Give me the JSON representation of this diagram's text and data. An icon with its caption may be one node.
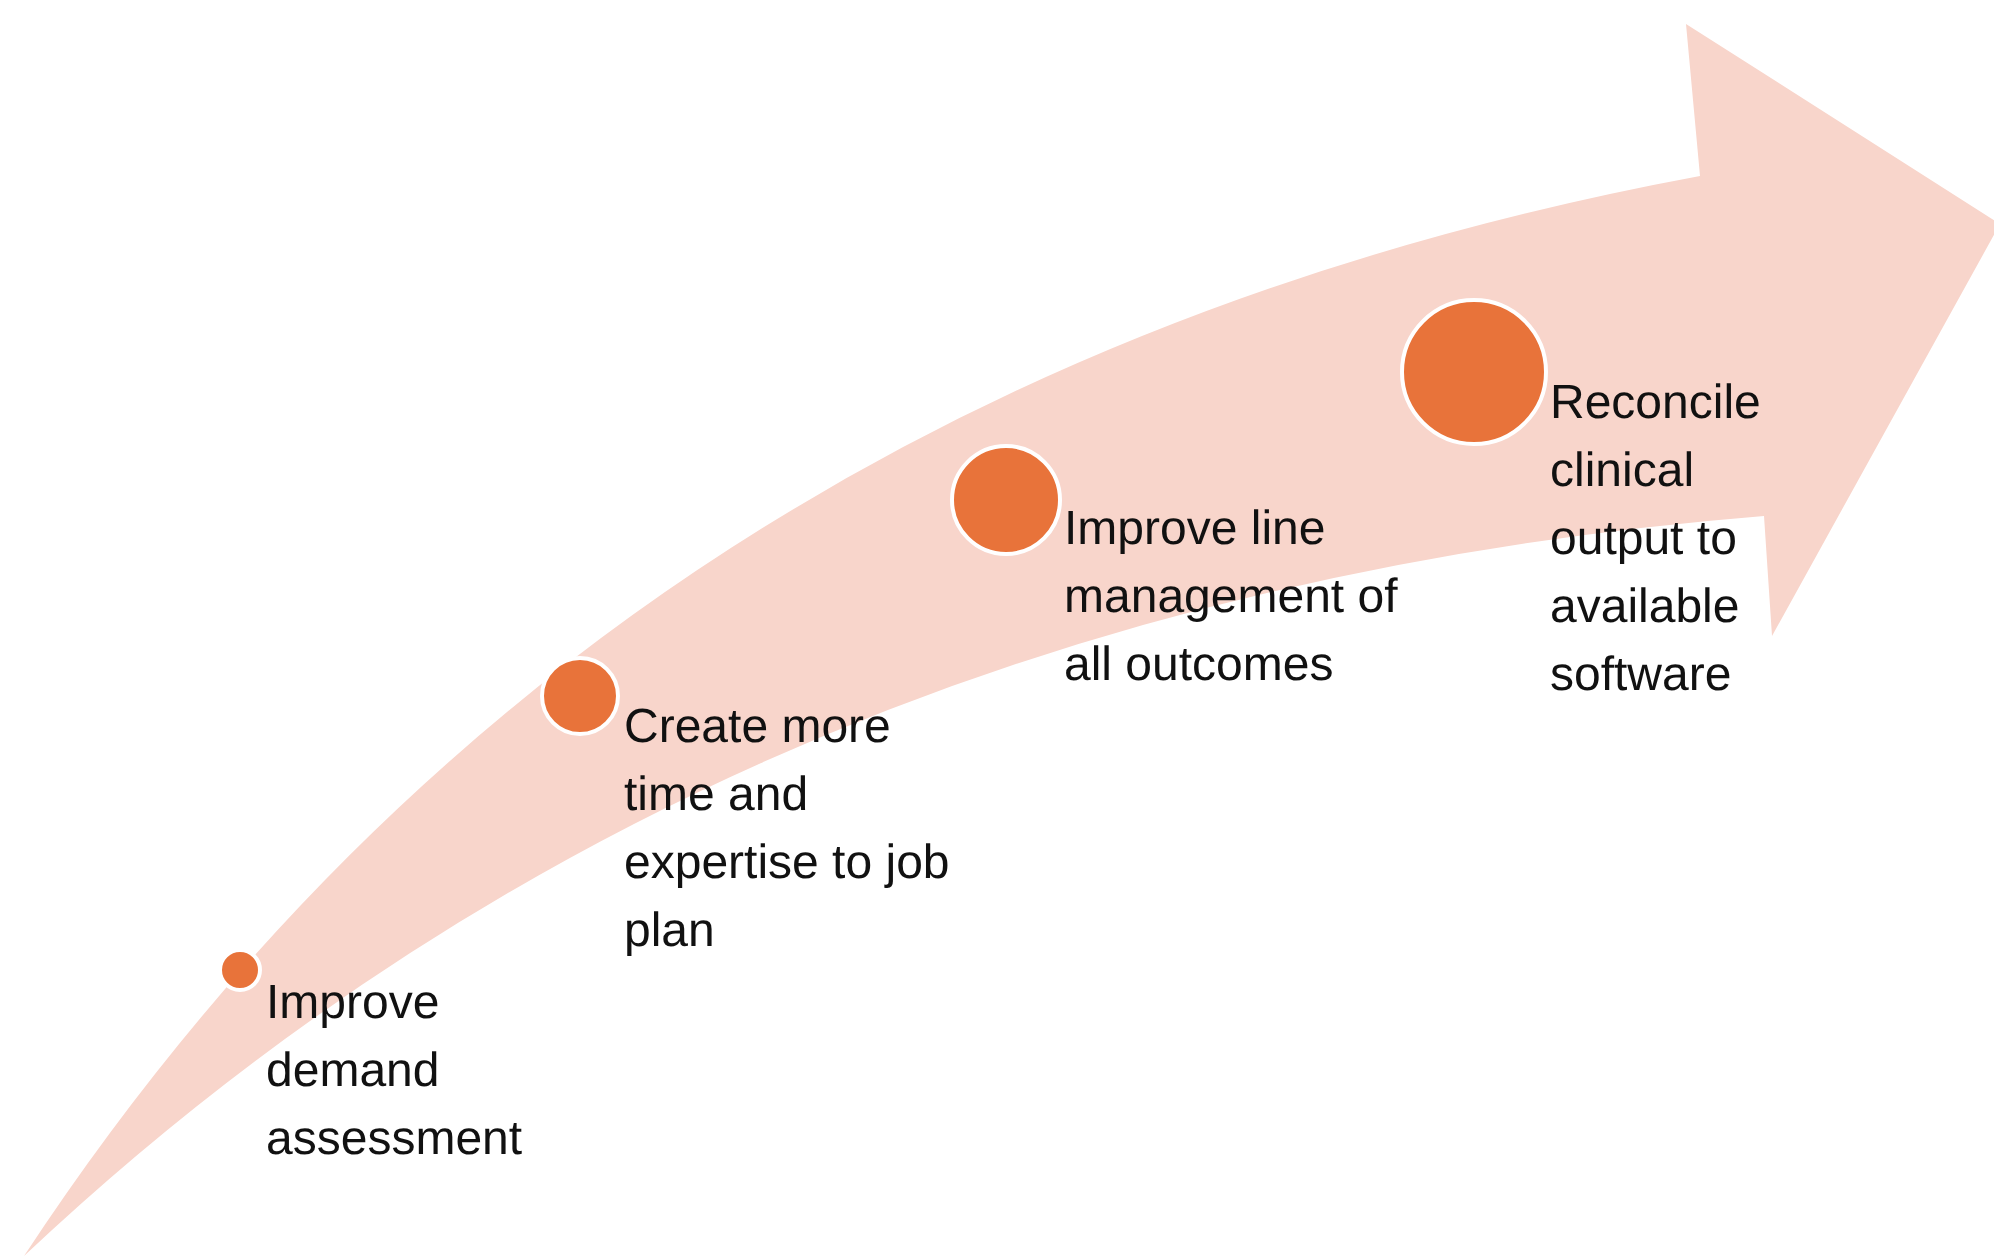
{
  "diagram": {
    "nodes": [
      {
        "text": [],
        "shape": "circle",
        "beside": [
          "Improve demand assessment"
        ]
      },
      {
        "text": [],
        "shape": "circle",
        "beside": [
          "Create more time and expertise to job plan"
        ]
      },
      {
        "text": [],
        "shape": "circle",
        "beside": [
          "Improve line management of all outcomes"
        ]
      },
      {
        "text": [],
        "shape": "circle",
        "beside": [
          "Reconcile clinical output to available software"
        ]
      }
    ]
  }
}
